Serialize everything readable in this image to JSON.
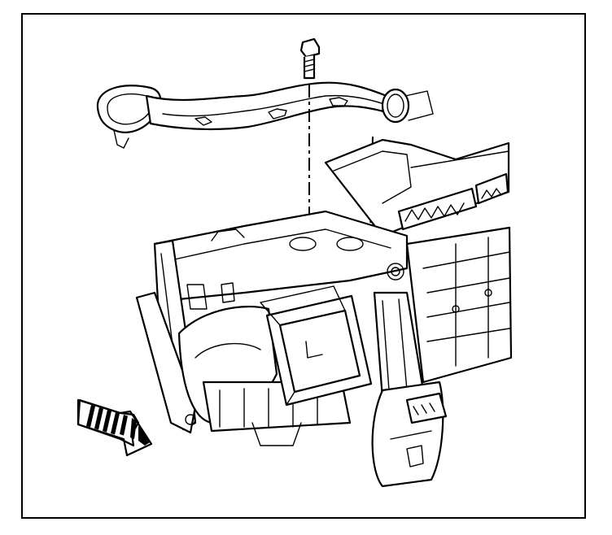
{
  "figure": {
    "components": [
      "air-duct",
      "mounting-bolt",
      "hvac-module",
      "blower-housing",
      "duct-outlet",
      "electrical-connector",
      "view-direction-arrow"
    ]
  }
}
